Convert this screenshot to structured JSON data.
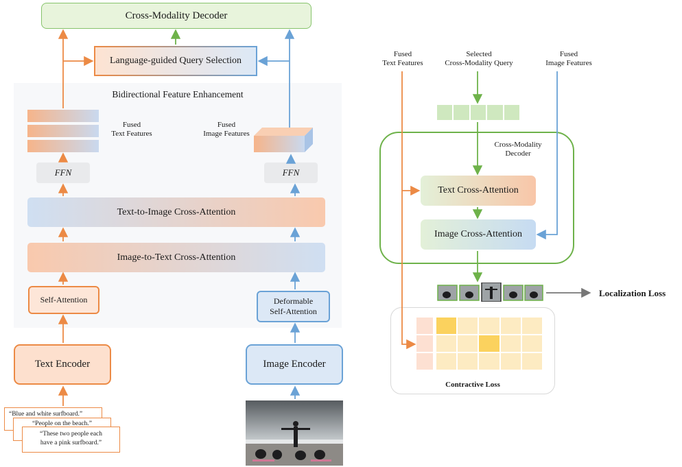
{
  "left": {
    "decoder": "Cross-Modality Decoder",
    "query_selection": "Language-guided Query Selection",
    "enhancement_title": "Bidirectional Feature Enhancement",
    "fused_text": [
      "Fused",
      "Text Features"
    ],
    "fused_image": [
      "Fused",
      "Image Features"
    ],
    "ffn": "FFN",
    "t2i": "Text-to-Image Cross-Attention",
    "i2t": "Image-to-Text Cross-Attention",
    "self_attention": "Self-Attention",
    "deformable": [
      "Deformable",
      "Self-Attention"
    ],
    "text_encoder": "Text Encoder",
    "image_encoder": "Image Encoder",
    "captions": [
      "“Blue and white surfboard.”",
      "“People on the beach.”",
      "“These two people each",
      "have a pink surfboard.”"
    ]
  },
  "right": {
    "fused_text": [
      "Fused",
      "Text Features"
    ],
    "selected_query": [
      "Selected",
      "Cross-Modality Query"
    ],
    "fused_image": [
      "Fused",
      "Image Features"
    ],
    "decoder_title": [
      "Cross-Modality",
      "Decoder"
    ],
    "text_cross": "Text Cross-Attention",
    "image_cross": "Image Cross-Attention",
    "localization_loss": "Localization Loss",
    "contrastive_loss": "Contractive Loss"
  },
  "colors": {
    "orange": "#ec8a45",
    "blue": "#6aa2d6",
    "green": "#6eb24a",
    "green_fill": "#e6f2d9",
    "grid": "#fdebc2",
    "grid_hi": "#fbd25e"
  }
}
